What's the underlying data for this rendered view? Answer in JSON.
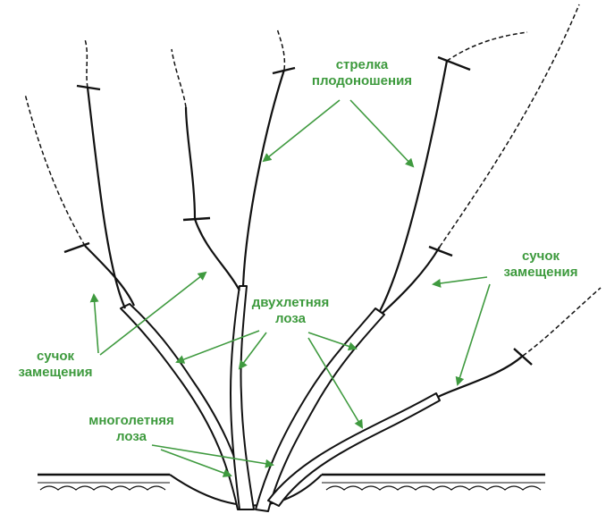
{
  "labels": {
    "fruit_arrow": {
      "line1": "стрелка",
      "line2": "плодоношения"
    },
    "replacement_right": {
      "line1": "сучок",
      "line2": "замещения"
    },
    "two_year_vine": {
      "line1": "двухлетняя",
      "line2": "лоза"
    },
    "replacement_left": {
      "line1": "сучок",
      "line2": "замещения"
    },
    "perennial_vine": {
      "line1": "многолетняя",
      "line2": "лоза"
    }
  },
  "colors": {
    "label_green": "#3d9a3d",
    "arrow_green": "#3f9a3f",
    "ink": "#111111"
  },
  "icons": [
    "vine-drawing",
    "soil-hatch",
    "cut-mark",
    "pointer-arrow"
  ]
}
